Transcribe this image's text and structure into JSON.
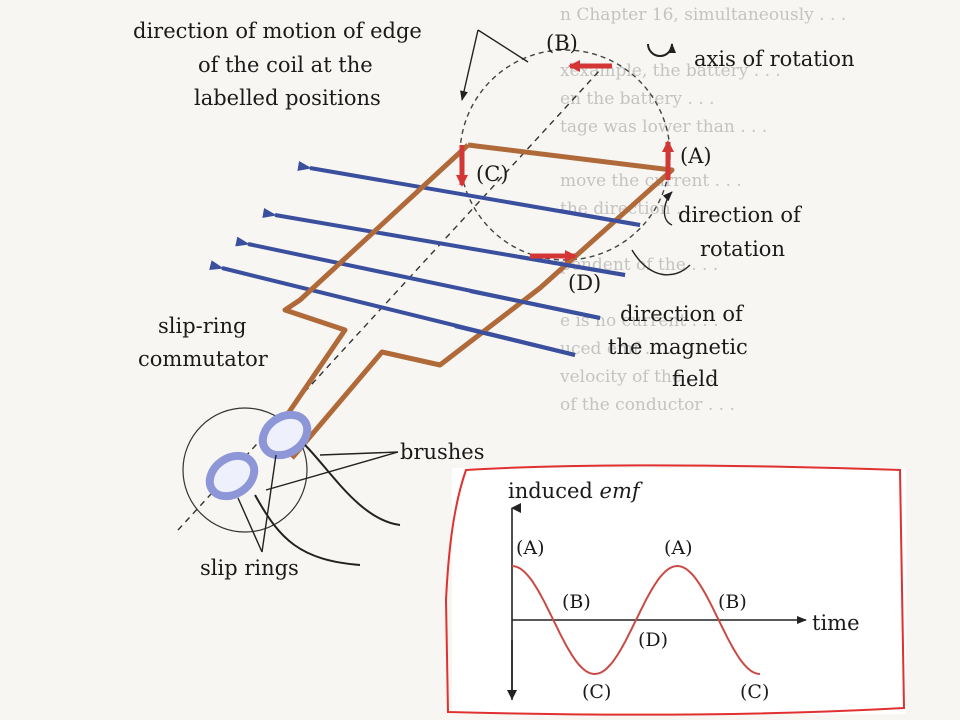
{
  "diagram": {
    "labels": {
      "direction_motion_line1": "direction of motion of edge",
      "direction_motion_line2": "of the coil at the",
      "direction_motion_line3": "labelled positions",
      "pos_b": "(B)",
      "axis_of_rotation": "axis of rotation",
      "pos_c": "(C)",
      "pos_a": "(A)",
      "direction_of_rotation_line1": "direction of",
      "direction_of_rotation_line2": "rotation",
      "pos_d": "(D)",
      "magnetic_field_line1": "direction of",
      "magnetic_field_line2": "the magnetic",
      "magnetic_field_line3": "field",
      "slip_ring_line1": "slip-ring",
      "slip_ring_line2": "commutator",
      "brushes": "brushes",
      "slip_rings": "slip rings"
    },
    "colors": {
      "coil": "#b06a3a",
      "field_lines": "#3a4f9e",
      "motion_arrows": "#d43535",
      "rings": "#8d96d6",
      "annotation_box": "#e03030"
    }
  },
  "graph": {
    "title_prefix": "induced ",
    "title_italic": "emf",
    "x_label": "time",
    "point_labels": {
      "a1": "(A)",
      "a2": "(A)",
      "b1": "(B)",
      "b2": "(B)",
      "c1": "(C)",
      "c2": "(C)",
      "d": "(D)"
    },
    "curve": "cosine, starting at maximum (A)"
  }
}
